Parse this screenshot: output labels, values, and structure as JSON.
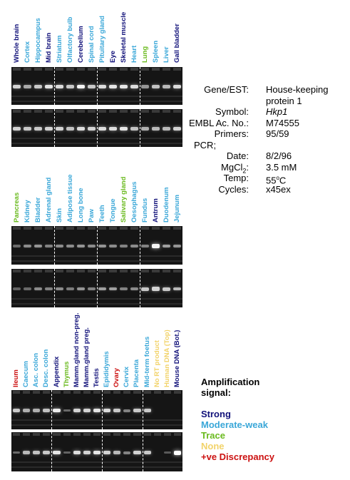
{
  "panels": [
    {
      "tissues": [
        {
          "name": "Whole brain",
          "signal": "strong",
          "intensity": 0.75
        },
        {
          "name": "Cortex",
          "signal": "moderate",
          "intensity": 0.5
        },
        {
          "name": "Hippocampus",
          "signal": "moderate",
          "intensity": 0.7
        },
        {
          "name": "Mid brain",
          "signal": "strong",
          "intensity": 0.85
        },
        {
          "name": "Striatum",
          "signal": "moderate",
          "intensity": 0.8
        },
        {
          "name": "Olfactory bulb",
          "signal": "moderate",
          "intensity": 0.7
        },
        {
          "name": "Cerebellum",
          "signal": "strong",
          "intensity": 0.95
        },
        {
          "name": "Spinal cord",
          "signal": "moderate",
          "intensity": 0.7
        },
        {
          "name": "Pituitary gland",
          "signal": "moderate",
          "intensity": 0.8
        },
        {
          "name": "Eye",
          "signal": "strong",
          "intensity": 0.85
        },
        {
          "name": "Skeletal muscle",
          "signal": "strong",
          "intensity": 0.85
        },
        {
          "name": "Heart",
          "signal": "moderate",
          "intensity": 0.8
        },
        {
          "name": "Lung",
          "signal": "trace",
          "intensity": 0.4
        },
        {
          "name": "Spleen",
          "signal": "moderate",
          "intensity": 0.65
        },
        {
          "name": "Liver",
          "signal": "moderate",
          "intensity": 0.6
        },
        {
          "name": "Gall bladder",
          "signal": "strong",
          "intensity": 0.8
        }
      ],
      "gel2": [
        0.75,
        0.7,
        0.7,
        0.75,
        0.75,
        0.65,
        0.8,
        0.75,
        0.8,
        0.8,
        0.85,
        0.65,
        0.55,
        0.6,
        0.6,
        0.75
      ],
      "dividers": [
        4,
        8,
        12
      ]
    },
    {
      "tissues": [
        {
          "name": "Pancreas",
          "signal": "trace",
          "intensity": 0.15
        },
        {
          "name": "Kidney",
          "signal": "moderate",
          "intensity": 0.35
        },
        {
          "name": "Bladder",
          "signal": "moderate",
          "intensity": 0.4
        },
        {
          "name": "Adrenal gland",
          "signal": "moderate",
          "intensity": 0.3
        },
        {
          "name": "Skin",
          "signal": "moderate",
          "intensity": 0.35
        },
        {
          "name": "Adipose tissue",
          "signal": "moderate",
          "intensity": 0.35
        },
        {
          "name": "Long bone",
          "signal": "moderate",
          "intensity": 0.4
        },
        {
          "name": "Paw",
          "signal": "moderate",
          "intensity": 0.35
        },
        {
          "name": "Teeth",
          "signal": "moderate",
          "intensity": 0.4
        },
        {
          "name": "Tongue",
          "signal": "moderate",
          "intensity": 0.35
        },
        {
          "name": "Salivary gland",
          "signal": "trace",
          "intensity": 0.3
        },
        {
          "name": "Oesophagus",
          "signal": "moderate",
          "intensity": 0.35
        },
        {
          "name": "Fundus",
          "signal": "moderate",
          "intensity": 0.3
        },
        {
          "name": "Antrum",
          "signal": "strong",
          "intensity": 0.95
        },
        {
          "name": "Duodenum",
          "signal": "moderate",
          "intensity": 0.45
        },
        {
          "name": "Jejunum",
          "signal": "moderate",
          "intensity": 0.4
        }
      ],
      "gel2": [
        0.1,
        0.15,
        0.35,
        0.3,
        0.35,
        0.25,
        0.4,
        0.3,
        0.45,
        0.45,
        0.3,
        0.35,
        0.7,
        0.75,
        0.7,
        0.6
      ],
      "dividers": [
        4,
        8,
        12
      ]
    },
    {
      "tissues": [
        {
          "name": "Ileum",
          "signal": "discrepancy",
          "intensity": 0.7
        },
        {
          "name": "Caecum",
          "signal": "moderate",
          "intensity": 0.55
        },
        {
          "name": "Asc. colon",
          "signal": "moderate",
          "intensity": 0.55
        },
        {
          "name": "Desc. colon",
          "signal": "moderate",
          "intensity": 0.65
        },
        {
          "name": "Appendix",
          "signal": "strong",
          "intensity": 0.9
        },
        {
          "name": "Thymus",
          "signal": "trace",
          "intensity": 0.15
        },
        {
          "name": "Mamm.gland non-preg.",
          "signal": "strong",
          "intensity": 0.75
        },
        {
          "name": "Mamm.gland preg.",
          "signal": "strong",
          "intensity": 0.75
        },
        {
          "name": "Testis",
          "signal": "strong",
          "intensity": 0.85
        },
        {
          "name": "Epididymis",
          "signal": "moderate",
          "intensity": 0.8
        },
        {
          "name": "Ovary",
          "signal": "discrepancy",
          "intensity": 0.7
        },
        {
          "name": "Cervix",
          "signal": "moderate",
          "intensity": 0.3
        },
        {
          "name": "Placenta",
          "signal": "moderate",
          "intensity": 0.7
        },
        {
          "name": "Mid-term foetus",
          "signal": "moderate",
          "intensity": 0.7
        },
        {
          "name": "No RT product",
          "signal": "none",
          "intensity": 0.0
        },
        {
          "name": "Human DNA (Top)",
          "signal": "none",
          "intensity": 0.0
        },
        {
          "name": "Mouse DNA (Bot.)",
          "signal": "strong",
          "intensity": 0.0
        }
      ],
      "gel2": [
        0.15,
        0.6,
        0.65,
        0.7,
        0.85,
        0.1,
        0.8,
        0.75,
        0.85,
        0.75,
        0.6,
        0.3,
        0.75,
        0.7,
        0.0,
        0.05,
        1.0
      ],
      "dividers": [
        4,
        9,
        13
      ]
    }
  ],
  "signal_colors": {
    "strong": "#12127a",
    "moderate": "#3aa7d8",
    "trace": "#6aba1e",
    "none": "#f2d36a",
    "discrepancy": "#cc1111"
  },
  "info": {
    "gene_label": "Gene/EST:",
    "gene_value_1": "House-keeping",
    "gene_value_2": "protein 1",
    "symbol_label": "Symbol:",
    "symbol_value": "Hkp1",
    "embl_label": "EMBL Ac. No.:",
    "embl_value": "M74555",
    "primers_label": "Primers:",
    "primers_value": "95/59",
    "pcr_label": "PCR;",
    "date_label": "Date:",
    "date_value": "8/2/96",
    "mgcl_label_main": "MgCl",
    "mgcl_label_sub": "2",
    "mgcl_label_colon": ":",
    "mgcl_value": "3.5 mM",
    "temp_label": "Temp:",
    "temp_value_num": "55",
    "temp_value_deg": "o",
    "temp_value_unit": "C",
    "cycles_label": "Cycles:",
    "cycles_value": "x45ex"
  },
  "legend": {
    "title_1": "Amplification",
    "title_2": "signal:",
    "items": [
      {
        "label": "Strong",
        "key": "strong"
      },
      {
        "label": "Moderate-weak",
        "key": "moderate"
      },
      {
        "label": "Trace",
        "key": "trace"
      },
      {
        "label": "None",
        "key": "none"
      },
      {
        "label": "+ve Discrepancy",
        "key": "discrepancy"
      }
    ]
  }
}
